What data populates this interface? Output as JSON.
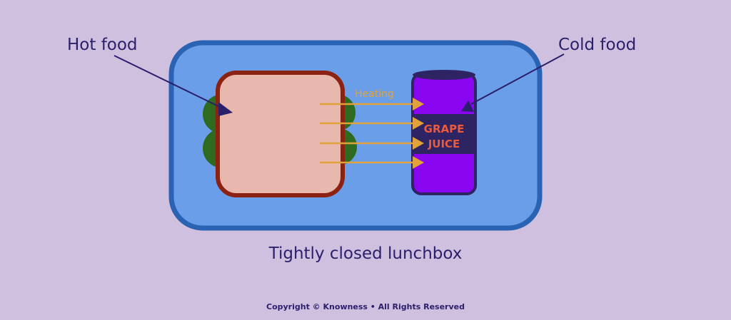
{
  "labels": {
    "hot_food": "Hot food",
    "cold_food": "Cold food",
    "heating": "Heating",
    "can_line1": "GRAPE",
    "can_line2": "JUICE",
    "box_caption": "Tightly closed lunchbox"
  },
  "footer": {
    "copyright": "Copyright © Knowness • All Rights Reserved"
  },
  "colors": {
    "background": "#cfc0e0",
    "lunchbox_border": "#2a62b4",
    "lunchbox_fill": "#6b9ee9",
    "lettuce": "#2f6b1e",
    "bread_fill": "#e8b8ae",
    "bread_crust": "#8b2212",
    "heat_arrow": "#e1a23a",
    "can_body": "#8a06f0",
    "can_band": "#2e2363",
    "can_text": "#ea5a3d",
    "text_dark": "#2a1f6b"
  }
}
